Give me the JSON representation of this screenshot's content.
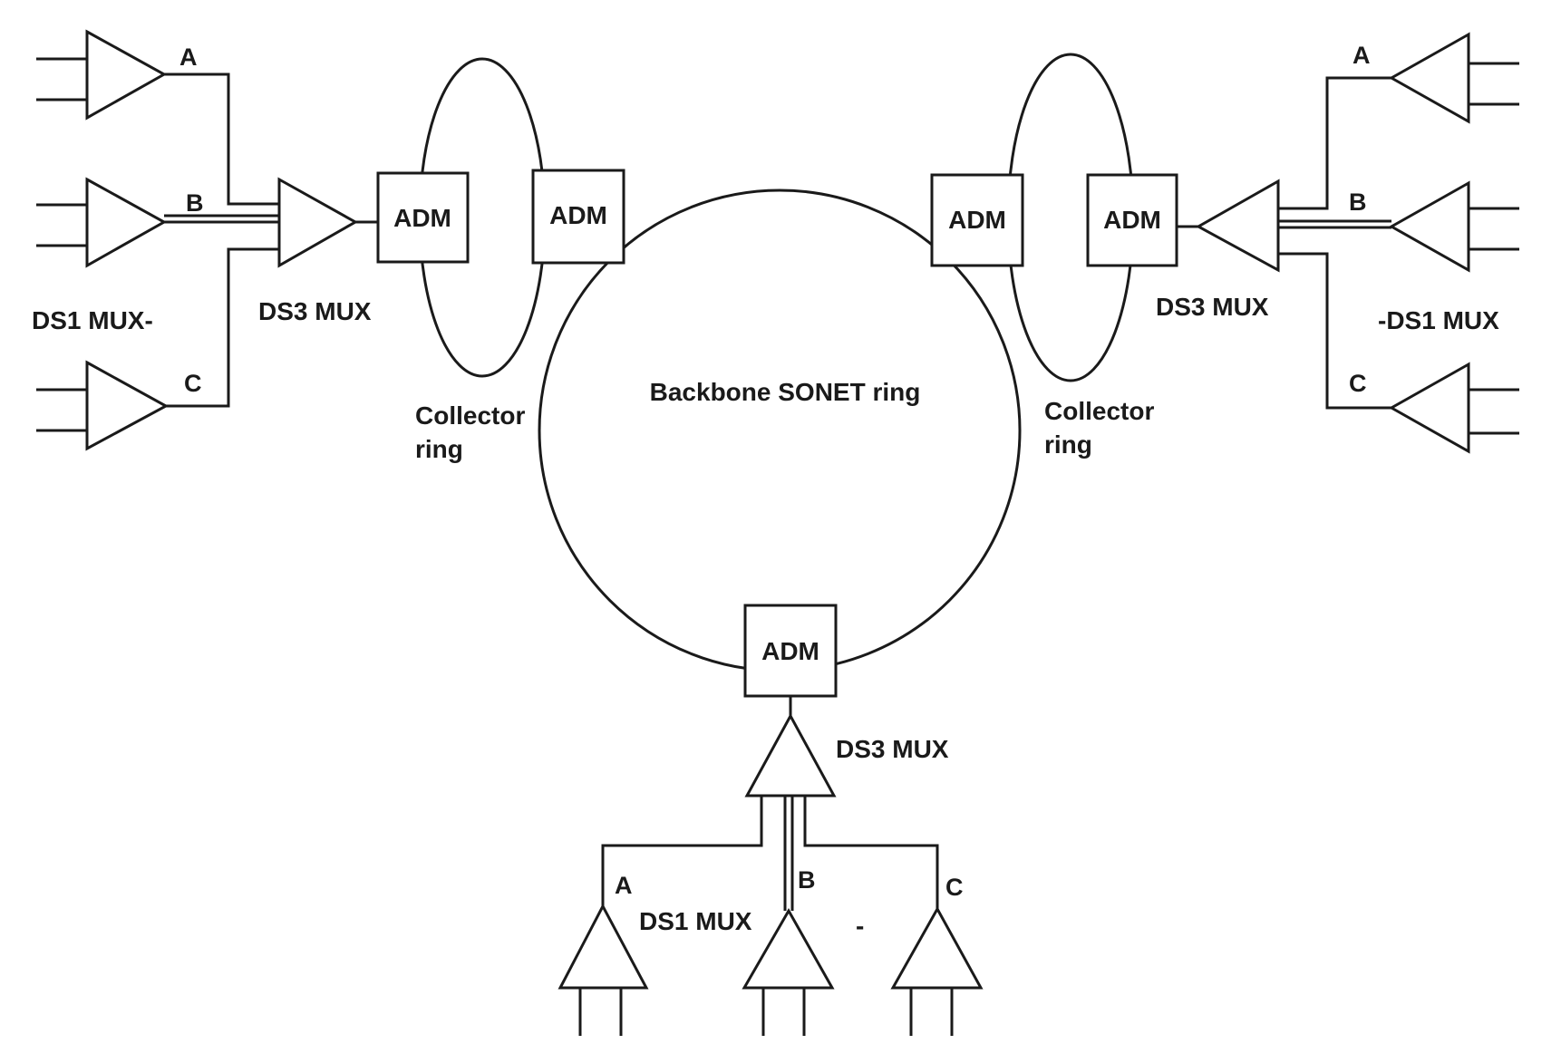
{
  "diagram": {
    "backbone_label": "Backbone SONET ring",
    "collector_ring_label": {
      "line1": "Collector",
      "line2": "ring"
    },
    "adm_label": "ADM",
    "ds3_mux_label": "DS3 MUX",
    "left_ds1_label": "DS1 MUX-",
    "right_ds1_label": "-DS1 MUX",
    "bottom_ds1_label": "DS1 MUX",
    "bottom_dash": "-",
    "branch_a": "A",
    "branch_b": "B",
    "branch_c": "C"
  }
}
